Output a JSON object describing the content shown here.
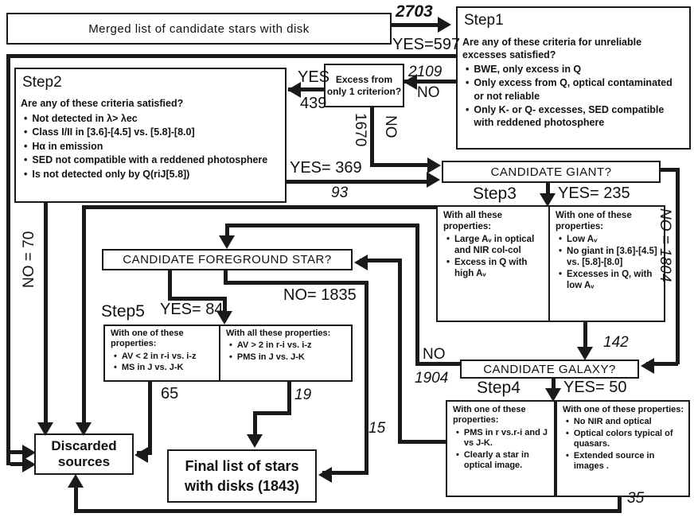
{
  "diagram": {
    "nodes": {
      "merged": {
        "label": "Merged list of candidate stars with disk"
      },
      "step1": {
        "title": "Step1",
        "intro": "Are any of these criteria for unreliable excesses satisfied?",
        "bullets": [
          "BWE, only excess in Q",
          "Only excess from Q, optical contaminated or not reliable",
          "Only K- or Q- excesses, SED compatible with reddened photosphere"
        ]
      },
      "step2": {
        "title": "Step2",
        "intro": "Are any  of these criteria satisfied?",
        "bullets": [
          "Not detected in  λ> λec",
          "Class I/II in [3.6]-[4.5] vs. [5.8]-[8.0]",
          "Hα in emission",
          "SED not compatible with a reddened photosphere",
          "Is not detected only by Q(riJ[5.8])"
        ]
      },
      "excess": {
        "label": "Excess from only 1 criterion?"
      },
      "giant": {
        "label": "CANDIDATE GIANT?"
      },
      "step3": {
        "label": "Step3",
        "left": {
          "intro": "With all these properties:",
          "bullets": [
            "Large Aᵥ in optical and NIR col-col",
            "Excess in Q with high Aᵥ"
          ]
        },
        "right": {
          "intro": "With one of these properties:",
          "bullets": [
            "Low Aᵥ",
            "No giant in [3.6]-[4.5] vs. [5.8]-[8.0]",
            "Excesses in Q, with low Aᵥ"
          ]
        }
      },
      "fgstar": {
        "label": "CANDIDATE FOREGROUND STAR?"
      },
      "step5": {
        "label": "Step5",
        "left": {
          "intro": "With one of these properties:",
          "bullets": [
            "AV < 2 in  r-i vs. i-z",
            "MS in J vs. J-K"
          ]
        },
        "right": {
          "intro": "With all these properties:",
          "bullets": [
            "AV > 2 in  r-i vs. i-z",
            "PMS in J vs. J-K"
          ]
        }
      },
      "galaxy": {
        "label": "CANDIDATE GALAXY?"
      },
      "step4": {
        "label": "Step4",
        "left": {
          "intro": "With one of these properties:",
          "bullets": [
            "PMS in r vs.r-i and J vs J-K.",
            "Clearly a star in optical image."
          ]
        },
        "right": {
          "intro": "With one of these properties:",
          "bullets": [
            "No NIR and optical",
            "Optical colors typical of quasars.",
            "Extended source in images ."
          ]
        }
      },
      "discarded": {
        "label": "Discarded sources"
      },
      "final": {
        "label": "Final list of stars with disks (1843)"
      }
    },
    "edge_labels": {
      "from_merged": "2703",
      "step1_yes": "YES=597",
      "step1_no_count": "2109",
      "step1_no": "NO",
      "excess_yes": "YES",
      "excess_yes_count": "439",
      "excess_no_count": "1670",
      "excess_no": "NO",
      "step2_yes": "YES= 369",
      "step2_no": "NO = 70",
      "giant_yes": "YES= 235",
      "giant_no": "NO = 1804",
      "step3_left_out": "93",
      "step3_right_out": "142",
      "galaxy_no": "NO",
      "galaxy_no_count": "1904",
      "galaxy_yes": "YES= 50",
      "step4_left_out": "15",
      "step4_right_out": "35",
      "fgstar_yes": "YES= 84",
      "fgstar_no": "NO= 1835",
      "step5_left_out": "65",
      "step5_right_out": "19"
    },
    "colors": {
      "ink": "#1a1a1a",
      "background": "#ffffff"
    }
  }
}
